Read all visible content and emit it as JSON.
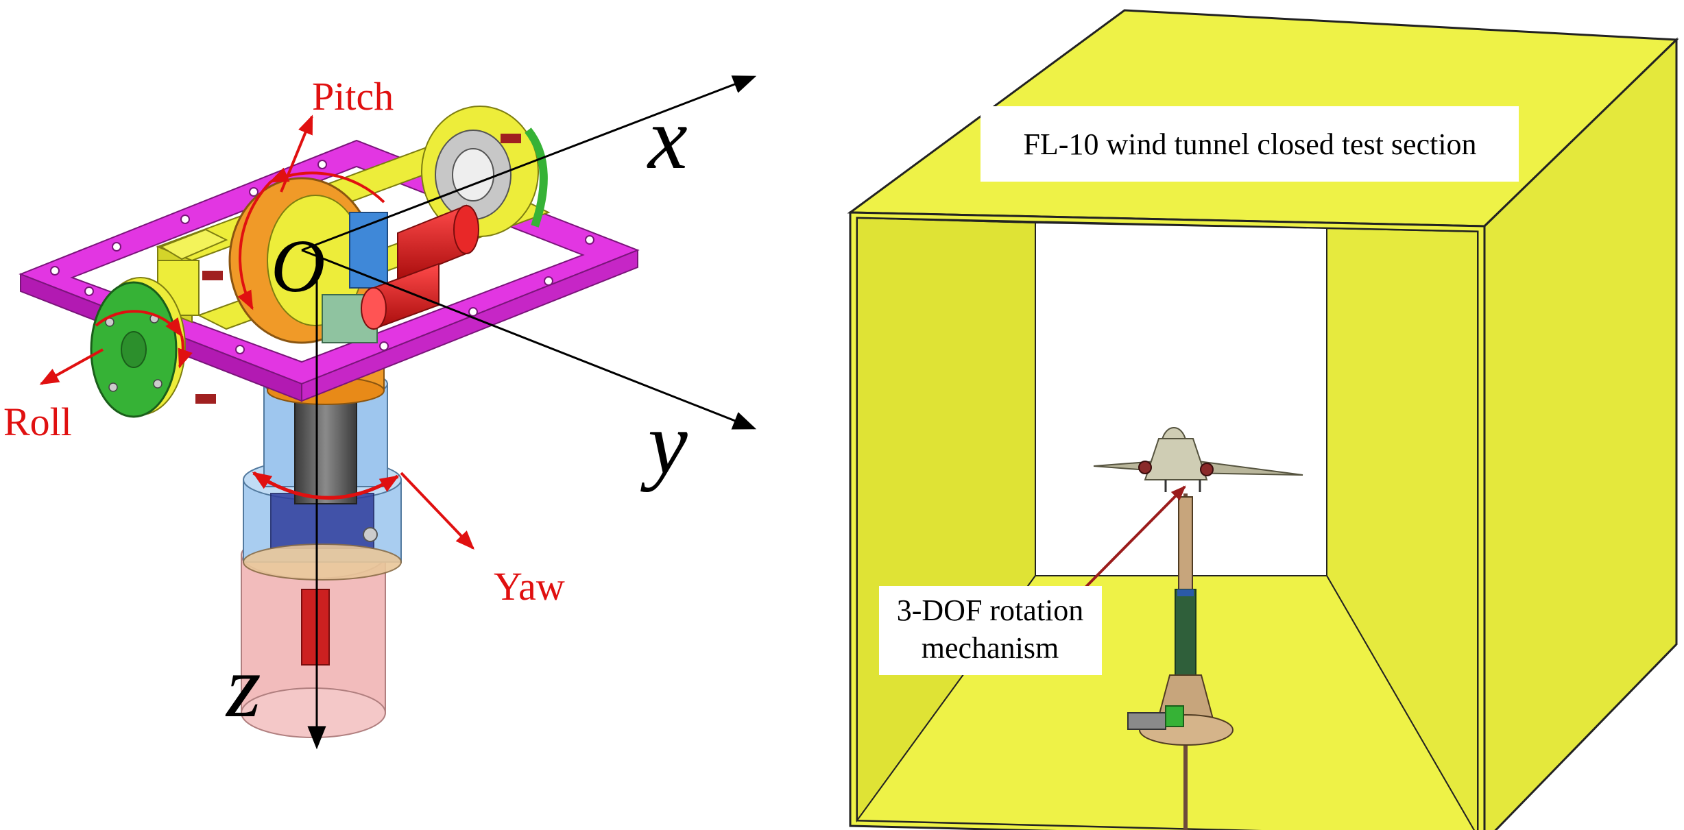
{
  "left_figure": {
    "axes": {
      "origin_label": "O",
      "x_label": "x",
      "y_label": "y",
      "z_label": "z"
    },
    "rotations": {
      "pitch_label": "Pitch",
      "roll_label": "Roll",
      "yaw_label": "Yaw"
    }
  },
  "right_figure": {
    "section_label": "FL-10 wind tunnel closed test section",
    "mechanism_label_line1": "3-DOF rotation",
    "mechanism_label_line2": "mechanism"
  },
  "colors": {
    "tunnel_yellow": "#eef247",
    "frame_magenta": "#e033e0",
    "part_yellow": "#eded3a",
    "disc_green": "#36b236",
    "ring_orange": "#f0961e",
    "cylinder_red": "#d81818",
    "annotation_red": "#e01010",
    "blue_housing": "#8fc3ee",
    "pink_base": "#f2bcbc",
    "axis_black": "#000000"
  }
}
